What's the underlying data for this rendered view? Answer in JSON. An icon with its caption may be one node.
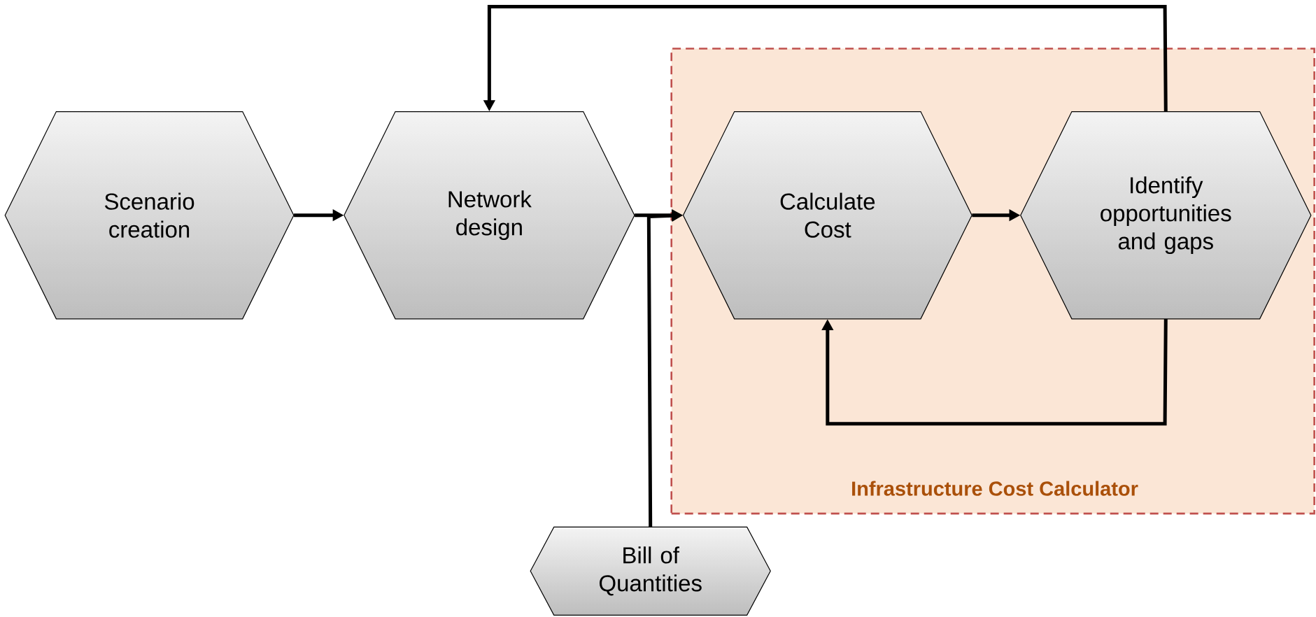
{
  "diagram": {
    "nodes": [
      {
        "text": [
          "Scenario creation"
        ]
      },
      {
        "text": [
          "Network design"
        ]
      },
      {
        "text": [
          "Infrastructure Cost Calculator"
        ]
      },
      {
        "text": [
          "Calculate Cost"
        ],
        "in": 2
      },
      {
        "text": [
          "Identify opportunities and gaps"
        ],
        "in": 2
      },
      {
        "text": [
          "Bill of Quantities"
        ]
      }
    ],
    "edges": [
      {
        "from": 0,
        "to": 1,
        "arrow": "to"
      },
      {
        "from": 1,
        "to": 3,
        "arrow": "to"
      },
      {
        "from": 5,
        "to": 3,
        "arrow": "to"
      },
      {
        "from": 3,
        "to": 4,
        "arrow": "to"
      },
      {
        "from": 4,
        "to": 1,
        "arrow": "to"
      },
      {
        "from": 4,
        "to": 3,
        "arrow": "to"
      }
    ]
  }
}
